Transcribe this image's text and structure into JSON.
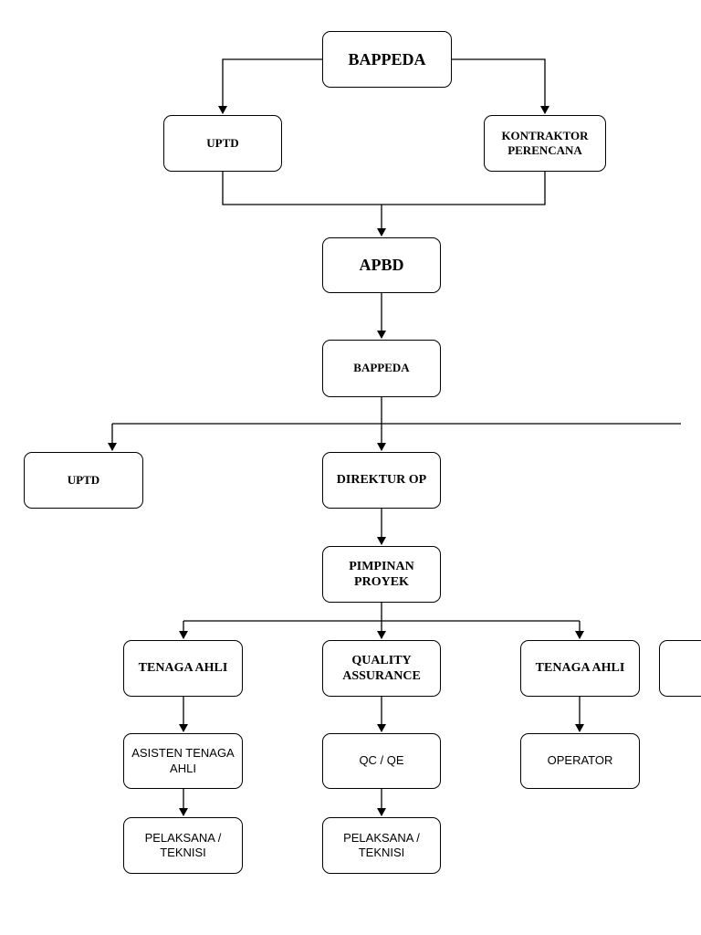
{
  "nodes": {
    "bappeda_top": "BAPPEDA",
    "uptd_top": "UPTD",
    "kontraktor": "KONTRAKTOR PERENCANA",
    "apbd": "APBD",
    "bappeda_mid": "BAPPEDA",
    "uptd_mid": "UPTD",
    "direktur": "DIREKTUR OP",
    "pimpinan": "PIMPINAN PROYEK",
    "tenaga_ahli_left": "TENAGA AHLI",
    "quality": "QUALITY ASSURANCE",
    "tenaga_ahli_right": "TENAGA AHLI",
    "asisten": "ASISTEN TENAGA AHLI",
    "qcqe": "QC / QE",
    "operator": "OPERATOR",
    "pelaksana_left": "PELAKSANA / TEKNISI",
    "pelaksana_mid": "PELAKSANA / TEKNISI"
  }
}
